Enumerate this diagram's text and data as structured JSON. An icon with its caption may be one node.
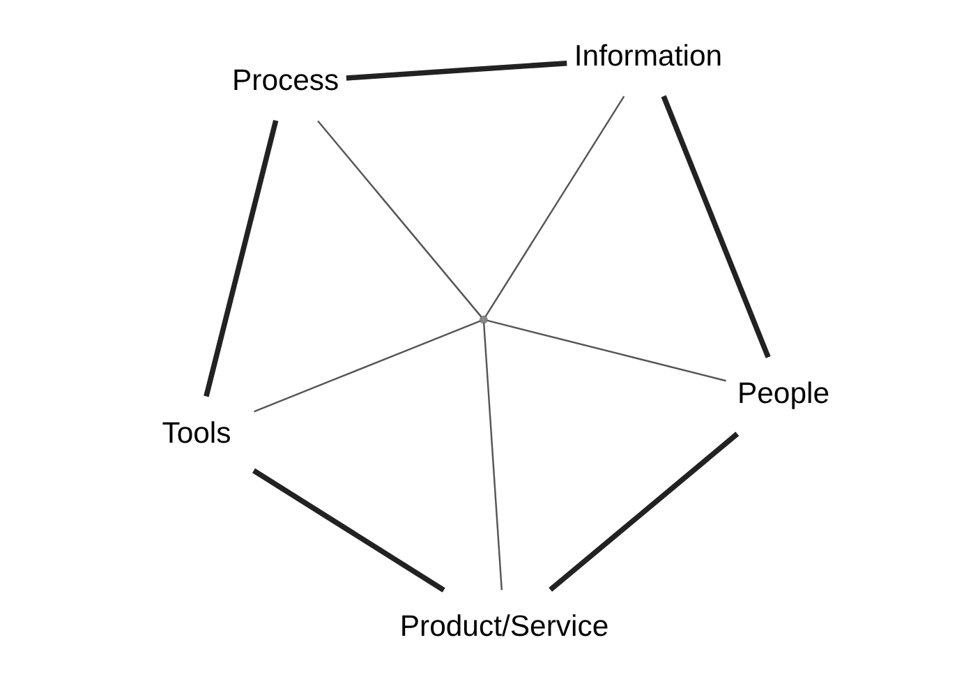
{
  "diagram": {
    "nodes": [
      {
        "text": [
          "People"
        ]
      },
      {
        "text": [
          "Information"
        ]
      },
      {
        "text": [
          "Process"
        ]
      },
      {
        "text": [
          "Tools"
        ]
      },
      {
        "text": [
          "Product/Service"
        ]
      },
      {
        "text": [],
        "shape": "point"
      }
    ],
    "edges": [
      {
        "from": 0,
        "to": 1,
        "arrow": "none",
        "style": "thick"
      },
      {
        "from": 1,
        "to": 2,
        "arrow": "none",
        "style": "thick"
      },
      {
        "from": 2,
        "to": 3,
        "arrow": "none",
        "style": "thick"
      },
      {
        "from": 3,
        "to": 4,
        "arrow": "none",
        "style": "thick"
      },
      {
        "from": 4,
        "to": 0,
        "arrow": "none",
        "style": "thick"
      },
      {
        "from": 5,
        "to": 0,
        "arrow": "none"
      },
      {
        "from": 5,
        "to": 1,
        "arrow": "none"
      },
      {
        "from": 5,
        "to": 2,
        "arrow": "none"
      },
      {
        "from": 5,
        "to": 3,
        "arrow": "none"
      },
      {
        "from": 5,
        "to": 4,
        "arrow": "none"
      }
    ]
  }
}
